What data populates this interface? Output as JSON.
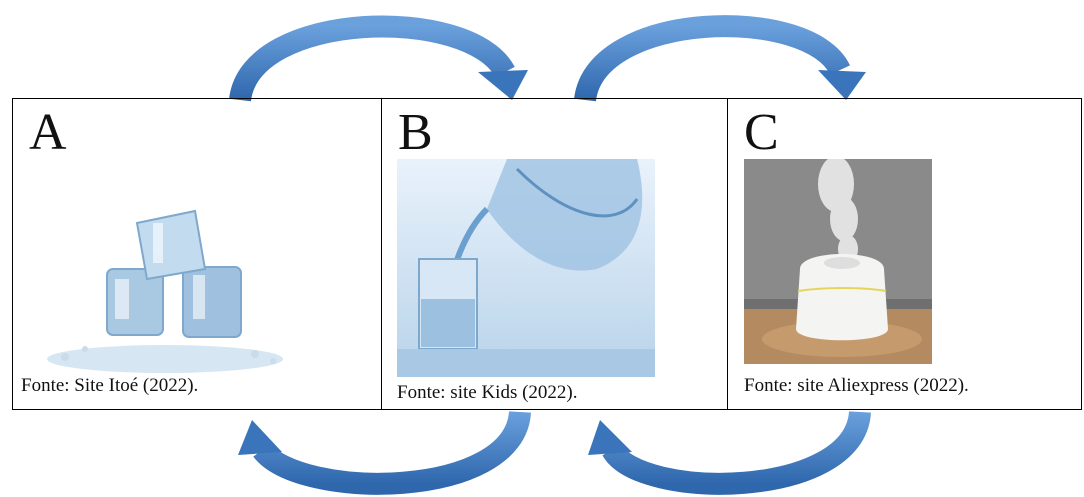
{
  "panels": [
    {
      "letter": "A",
      "caption": "Fonte: Site Itoé (2022).",
      "image": "ice-cubes"
    },
    {
      "letter": "B",
      "caption": "Fonte: site Kids (2022).",
      "image": "water-pouring"
    },
    {
      "letter": "C",
      "caption": "Fonte: site Aliexpress (2022).",
      "image": "humidifier-steam"
    }
  ],
  "colors": {
    "arrow": "#4a86c8",
    "arrow_dark": "#2f67ad",
    "border": "#000000"
  }
}
